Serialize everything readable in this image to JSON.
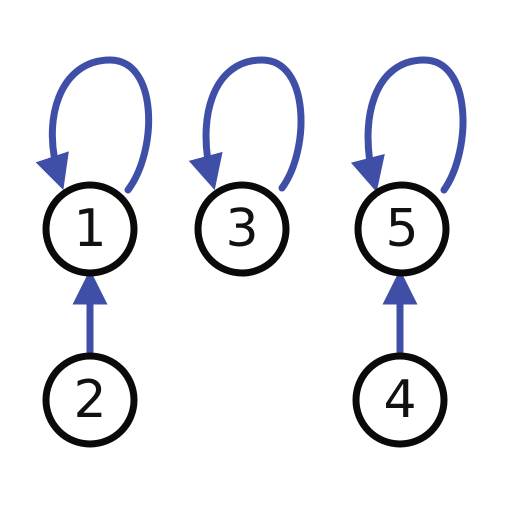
{
  "colors": {
    "edge": "#3f4fa8",
    "node_stroke": "#0a0a0a",
    "node_fill": "#ffffff",
    "label": "#111111"
  },
  "nodes": [
    {
      "id": "1",
      "label": "1"
    },
    {
      "id": "3",
      "label": "3"
    },
    {
      "id": "5",
      "label": "5"
    },
    {
      "id": "2",
      "label": "2"
    },
    {
      "id": "4",
      "label": "4"
    }
  ],
  "edges": [
    {
      "from": "1",
      "to": "1",
      "kind": "self-loop"
    },
    {
      "from": "3",
      "to": "3",
      "kind": "self-loop"
    },
    {
      "from": "5",
      "to": "5",
      "kind": "self-loop"
    },
    {
      "from": "2",
      "to": "1",
      "kind": "arrow"
    },
    {
      "from": "4",
      "to": "5",
      "kind": "arrow"
    }
  ]
}
